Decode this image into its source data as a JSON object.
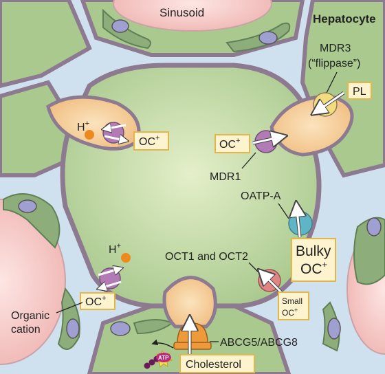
{
  "title_bold": "Hepatocyte",
  "labels": {
    "sinusoid": "Sinusoid",
    "mdr3_line1": "MDR3",
    "mdr3_line2": "(“flippase”)",
    "pl": "PL",
    "h_plus_1": "H",
    "h_plus_1_sup": "+",
    "oc_box_1": "OC",
    "oc_box_1_sup": "+",
    "oc_box_2": "OC",
    "oc_box_2_sup": "+",
    "mdr1": "MDR1",
    "oatp_a": "OATP-A",
    "bulky_line1": "Bulky",
    "bulky_line2": "OC",
    "bulky_sup": "+",
    "h_plus_2": "H",
    "h_plus_2_sup": "+",
    "oct1_oct2": "OCT1 and OCT2",
    "oc_box_3": "OC",
    "oc_box_3_sup": "+",
    "small_line1": "Small",
    "small_line2": "OC",
    "small_sup": "+",
    "organic_line1": "Organic",
    "organic_line2": "cation",
    "abcg": "ABCG5/ABCG8",
    "cholesterol": "Cholesterol",
    "atp": "ATP"
  },
  "colors": {
    "background": "#cfe0ef",
    "cell": "#a9c98e",
    "cell_center": "#e4efc9",
    "membrane": "#8d7a91",
    "canaliculus": "#f5c98f",
    "rbc": "#f6c6c4",
    "endothelial": "#8dae7a",
    "nucleus": "#9f9fd1",
    "pump_purple": "#b37bb6",
    "pump_yellow": "#f4dc7e",
    "pump_teal": "#5fb4c6",
    "pump_red": "#df8583",
    "pump_orange": "#ef9a3a",
    "label_box_fill": "#fdf3cf",
    "label_box_border": "#e2b64a",
    "proton": "#ee8a1d"
  }
}
